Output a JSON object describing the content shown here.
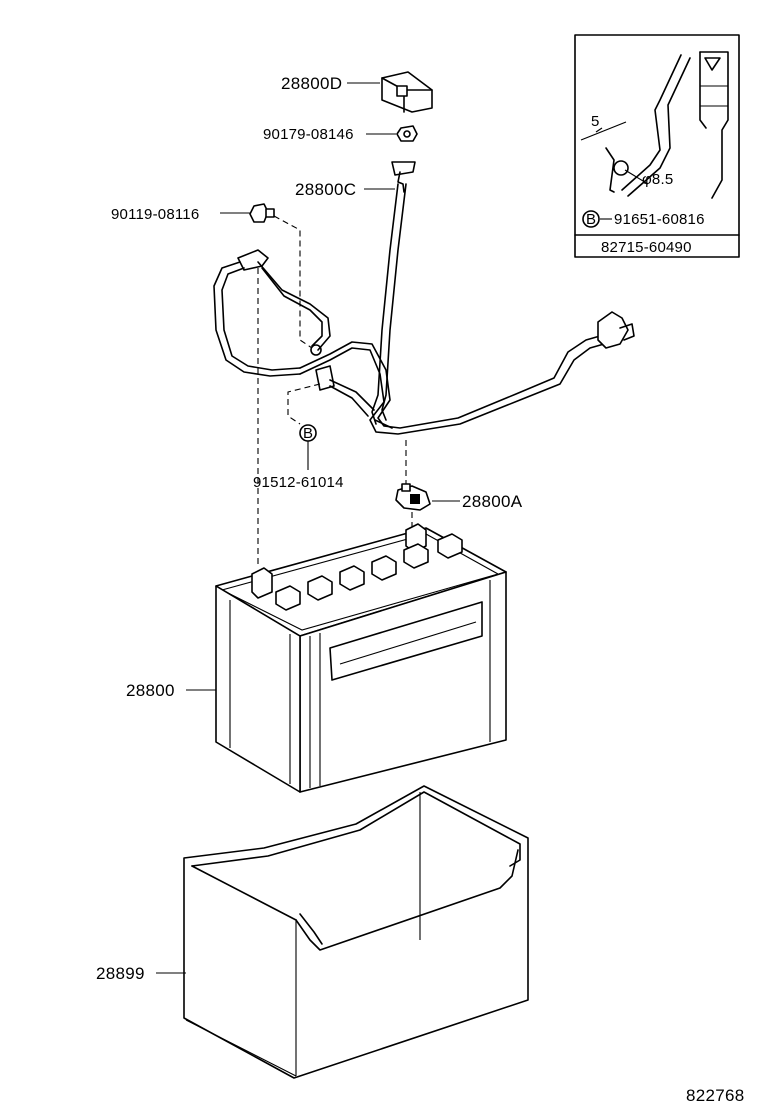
{
  "labels": {
    "p28800D": "28800D",
    "p90179": "90179-08146",
    "p28800C": "28800C",
    "p90119": "90119-08116",
    "p91512": "91512-61014",
    "p28800A": "28800A",
    "p28800": "28800",
    "p28899": "28899",
    "diagram_number": "822768"
  },
  "inset": {
    "dim_a": "5",
    "dim_b": "φ8.5",
    "marker": "B",
    "bolt_part": "91651-60816",
    "frame_part": "82715-60490"
  },
  "callout_marker": "B"
}
